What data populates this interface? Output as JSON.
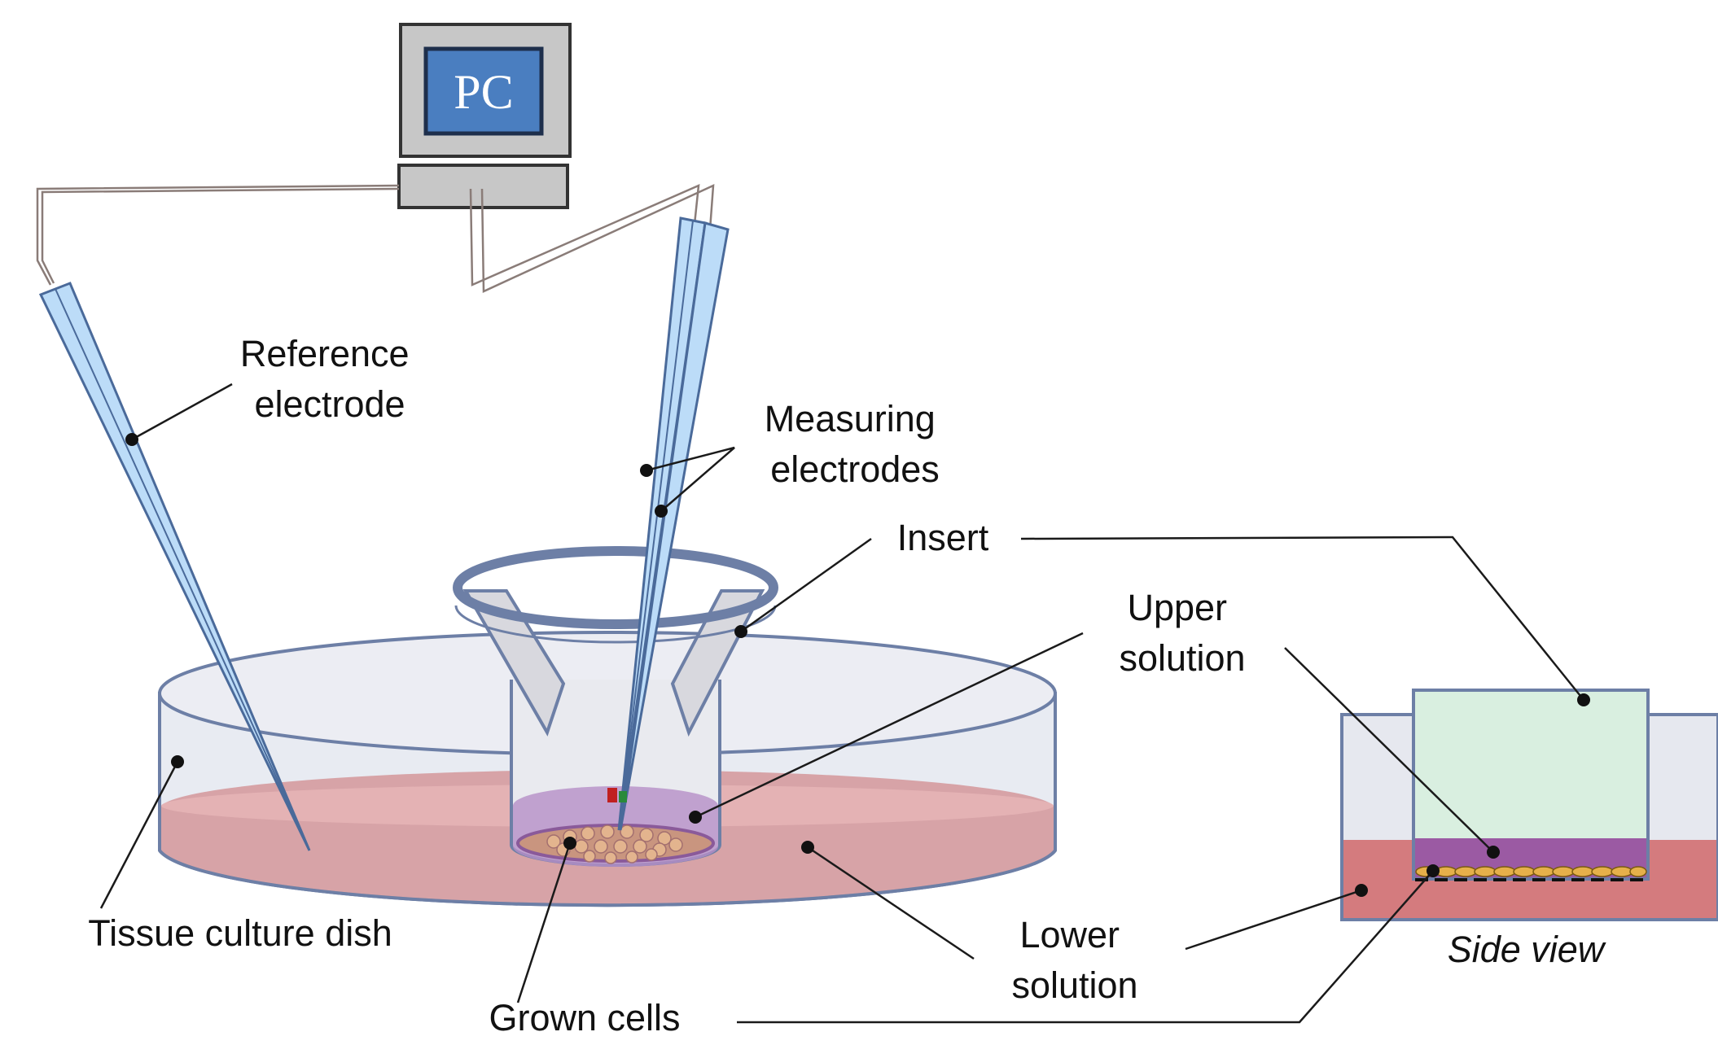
{
  "computer": {
    "screen_label": "PC"
  },
  "labels": {
    "reference_electrode": [
      "Reference",
      "electrode"
    ],
    "measuring_electrodes": [
      "Measuring",
      "electrodes"
    ],
    "insert": "Insert",
    "upper_solution": [
      "Upper",
      "solution"
    ],
    "lower_solution": [
      "Lower",
      "solution"
    ],
    "tissue_culture_dish": "Tissue culture dish",
    "grown_cells": "Grown cells",
    "side_view": "Side view"
  },
  "colors": {
    "electrode": "#bcdcf8",
    "lower_solution": "#d47b7e",
    "upper_solution": "#9b5aa3",
    "insert_fill": "#d9efe0",
    "dish_outline": "#6d7fa6",
    "pc_screen": "#4a7ec0",
    "cells": "#e6b04a"
  }
}
